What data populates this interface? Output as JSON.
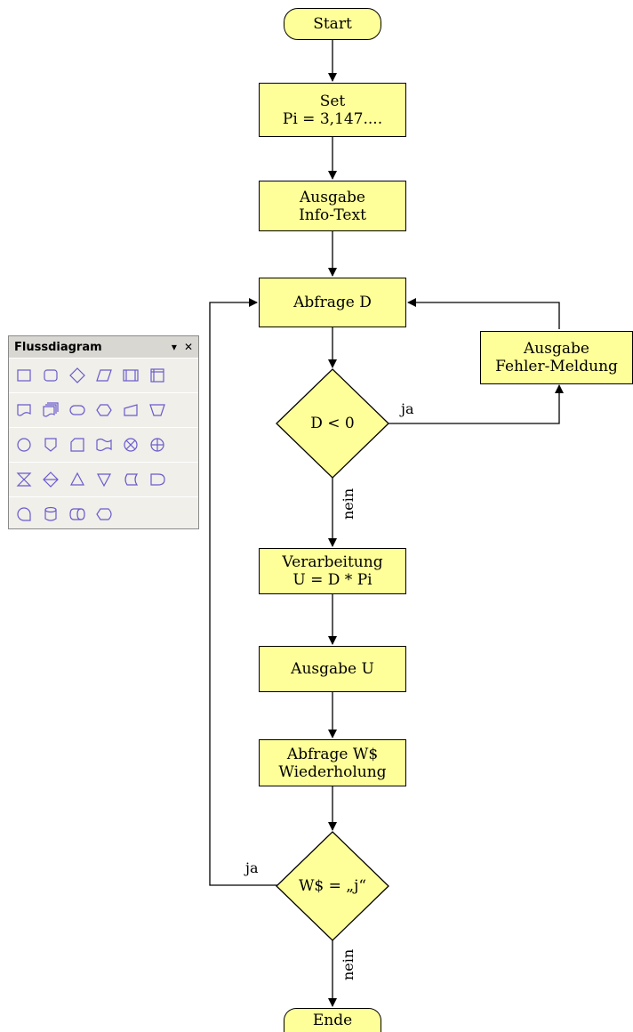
{
  "flowchart": {
    "start": "Start",
    "set_line1": "Set",
    "set_line2": "Pi = 3,147....",
    "info_line1": "Ausgabe",
    "info_line2": "Info-Text",
    "query_d": "Abfrage D",
    "error_line1": "Ausgabe",
    "error_line2": "Fehler-Meldung",
    "decision_d": "D < 0",
    "yes_d": "ja",
    "no_d": "nein",
    "process_line1": "Verarbeitung",
    "process_line2": "U = D * Pi",
    "output_u": "Ausgabe U",
    "query_w_line1": "Abfrage W$",
    "query_w_line2": "Wiederholung",
    "decision_w": "W$ = „j“",
    "yes_w": "ja",
    "no_w": "nein",
    "end": "Ende"
  },
  "toolbar": {
    "title": "Flussdiagram",
    "menu_glyph": "▾",
    "close_glyph": "✕",
    "icon_color": "#6a5acd",
    "rows": [
      [
        "process-shape-icon",
        "alternate-process-icon",
        "decision-icon",
        "data-icon",
        "predefined-process-icon",
        "internal-storage-icon"
      ],
      [
        "document-icon",
        "multidocument-icon",
        "terminator-icon",
        "preparation-icon",
        "manual-input-icon",
        "manual-operation-icon"
      ],
      [
        "connector-icon",
        "off-page-connector-icon",
        "card-icon",
        "punched-tape-icon",
        "summing-junction-icon",
        "or-icon"
      ],
      [
        "collate-icon",
        "sort-icon",
        "extract-icon",
        "merge-icon",
        "stored-data-icon",
        "delay-icon"
      ],
      [
        "sequential-access-icon",
        "magnetic-disk-icon",
        "direct-access-icon",
        "display-icon"
      ]
    ]
  }
}
